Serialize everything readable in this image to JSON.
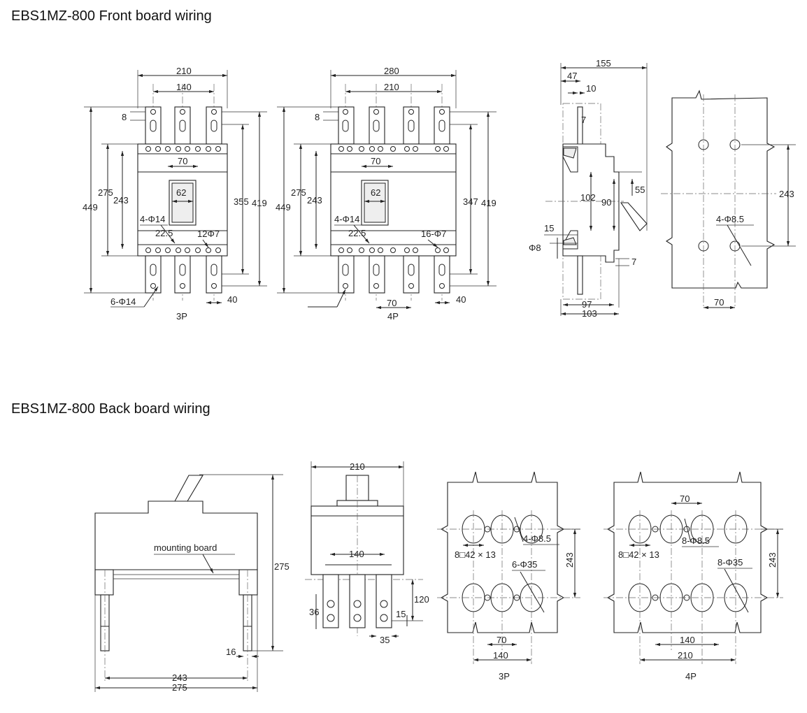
{
  "titles": {
    "front": "EBS1MZ-800 Front board wiring",
    "back": "EBS1MZ-800 Back board wiring"
  },
  "front": {
    "view3p": {
      "w210": "210",
      "w140": "140",
      "d8": "8",
      "d70": "70",
      "d62": "62",
      "d275": "275",
      "d243": "243",
      "d449": "449",
      "d355": "355",
      "d419": "419",
      "holes14": "4-Φ14",
      "d22_5": "22.5",
      "holes7": "12Φ7",
      "holes14b": "6-Φ14",
      "d40": "40",
      "label": "3P"
    },
    "view4p": {
      "w280": "280",
      "w210": "210",
      "d8": "8",
      "d70": "70",
      "d62": "62",
      "d275": "275",
      "d243": "243",
      "d449": "449",
      "d347": "347",
      "d419": "419",
      "holes14": "4-Φ14",
      "d22_5": "22.5",
      "holes7": "16-Φ7",
      "d70b": "70",
      "d40": "40",
      "label": "4P"
    },
    "side": {
      "d155": "155",
      "d47": "47",
      "d10": "10",
      "d7a": "7",
      "d55": "55",
      "d102": "102",
      "d90": "90",
      "d15": "15",
      "phi8": "Φ8",
      "d7b": "7",
      "d97": "97",
      "d103": "103"
    },
    "mount": {
      "d243": "243",
      "holes": "4-Φ8.5",
      "d70": "70"
    }
  },
  "back": {
    "side": {
      "board": "mounting board",
      "d275": "275",
      "d16": "16",
      "d243": "243",
      "d275b": "275"
    },
    "front": {
      "d210": "210",
      "d140": "140",
      "d120": "120",
      "d36": "36",
      "d15": "15",
      "d35": "35"
    },
    "cut3p": {
      "holes": "4-Φ8.5",
      "slots": "8□42 × 13",
      "big": "6-Φ35",
      "d243": "243",
      "d70": "70",
      "d140": "140",
      "label": "3P"
    },
    "cut4p": {
      "d70": "70",
      "holes": "8-Φ8.5",
      "slots": "8□42 × 13",
      "big": "8-Φ35",
      "d243": "243",
      "d140": "140",
      "d210": "210",
      "label": "4P"
    }
  }
}
